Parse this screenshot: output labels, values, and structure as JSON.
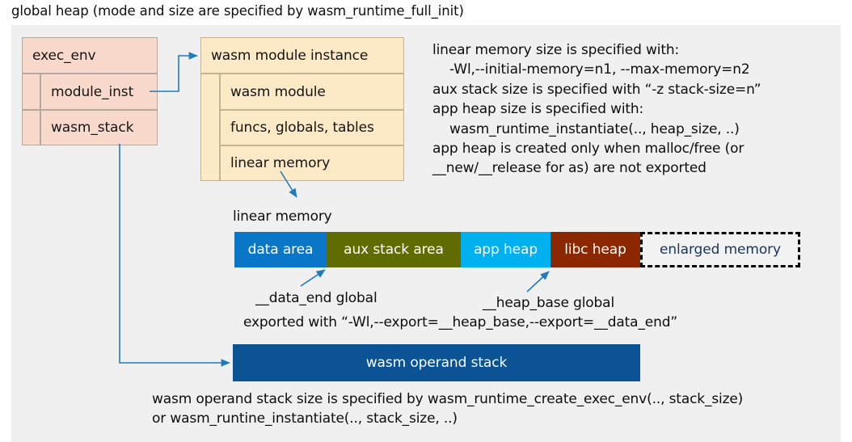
{
  "title": "global heap (mode and size are specified by wasm_runtime_full_init)",
  "exec_env": {
    "header": "exec_env",
    "rows": [
      {
        "label": "module_inst"
      },
      {
        "label": "wasm_stack"
      }
    ]
  },
  "module_instance": {
    "header": "wasm module instance",
    "rows": [
      {
        "label": "wasm module"
      },
      {
        "label": "funcs, globals, tables"
      },
      {
        "label": "linear memory"
      }
    ]
  },
  "notes": {
    "right_block": "linear memory size is specified with:\n    -Wl,--initial-memory=n1, --max-memory=n2\naux stack size is specified with “-z stack-size=n”\napp heap size is specified with:\n    wasm_runtime_instantiate(.., heap_size, ..)\napp heap is created only when malloc/free (or\n__new/__release for as) are not exported",
    "bottom_block": "wasm operand stack size is specified by wasm_runtime_create_exec_env(.., stack_size)\nor wasm_runtine_instantiate(.., stack_size, ..)"
  },
  "linear_memory": {
    "caption": "linear memory",
    "segments": [
      {
        "label": "data area",
        "color": "#0a76c8",
        "text_color": "#ffffff"
      },
      {
        "label": "aux stack area",
        "color": "#606b00",
        "text_color": "#ffffff"
      },
      {
        "label": "app heap",
        "color": "#00b0ef",
        "text_color": "#ffffff"
      },
      {
        "label": "libc heap",
        "color": "#8b2802",
        "text_color": "#ffffff"
      },
      {
        "label": "enlarged memory",
        "color": "#f2f2f2",
        "text_color": "#17365d"
      }
    ]
  },
  "annotations": {
    "data_end": "__data_end global",
    "heap_base": "__heap_base global",
    "exported_with": "exported with “-Wl,--export=__heap_base,--export=__data_end”"
  },
  "operand_stack": {
    "label": "wasm operand stack"
  },
  "colors": {
    "panel_bg": "#f0f0f0",
    "exec_env_fill": "#fad9cd",
    "module_fill": "#fce9c6",
    "arrow": "#1e7bbf",
    "operand_stack_fill": "#0b5394"
  }
}
